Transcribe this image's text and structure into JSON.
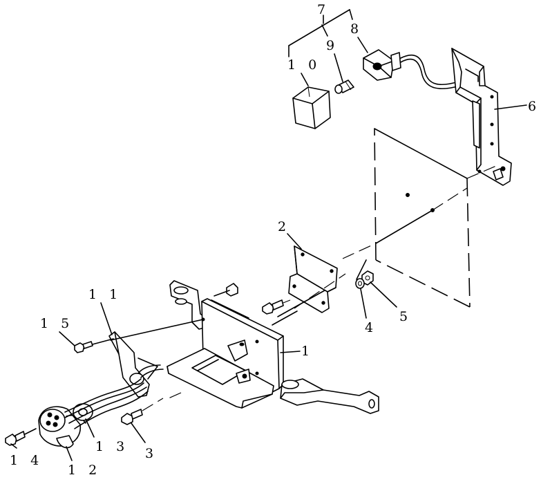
{
  "callouts": {
    "c1": "1",
    "c2": "2",
    "c3": "3",
    "c4": "4",
    "c5": "5",
    "c6": "6",
    "c7": "7",
    "c8": "8",
    "c9": "9",
    "c10": "1 0",
    "c11": "1 1",
    "c12": "1 2",
    "c13": "1 3",
    "c14": "1 4",
    "c15": "1 5"
  }
}
